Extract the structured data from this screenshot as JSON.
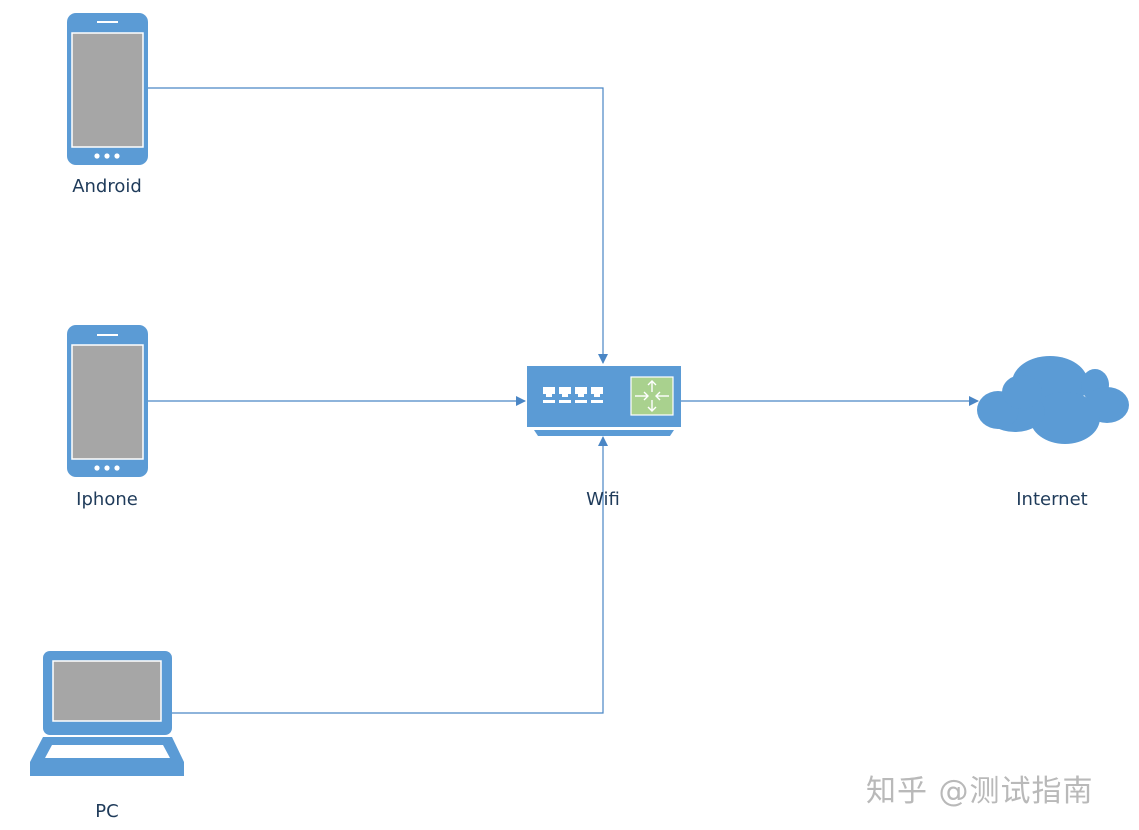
{
  "nodes": {
    "android": {
      "label": "Android"
    },
    "iphone": {
      "label": "Iphone"
    },
    "pc": {
      "label": "PC"
    },
    "wifi": {
      "label": "Wifi"
    },
    "internet": {
      "label": "Internet"
    }
  },
  "edges": [
    {
      "from": "Android",
      "to": "Wifi"
    },
    {
      "from": "Iphone",
      "to": "Wifi"
    },
    {
      "from": "PC",
      "to": "Wifi"
    },
    {
      "from": "Wifi",
      "to": "Internet"
    }
  ],
  "watermark": "知乎 @测试指南",
  "colors": {
    "device_blue": "#5b9bd5",
    "screen_gray": "#a6a6a6",
    "router_green": "#a9d18e",
    "line_blue": "#4a86c5",
    "label_text": "#1f3b5a",
    "watermark": "#b9b9b9"
  }
}
